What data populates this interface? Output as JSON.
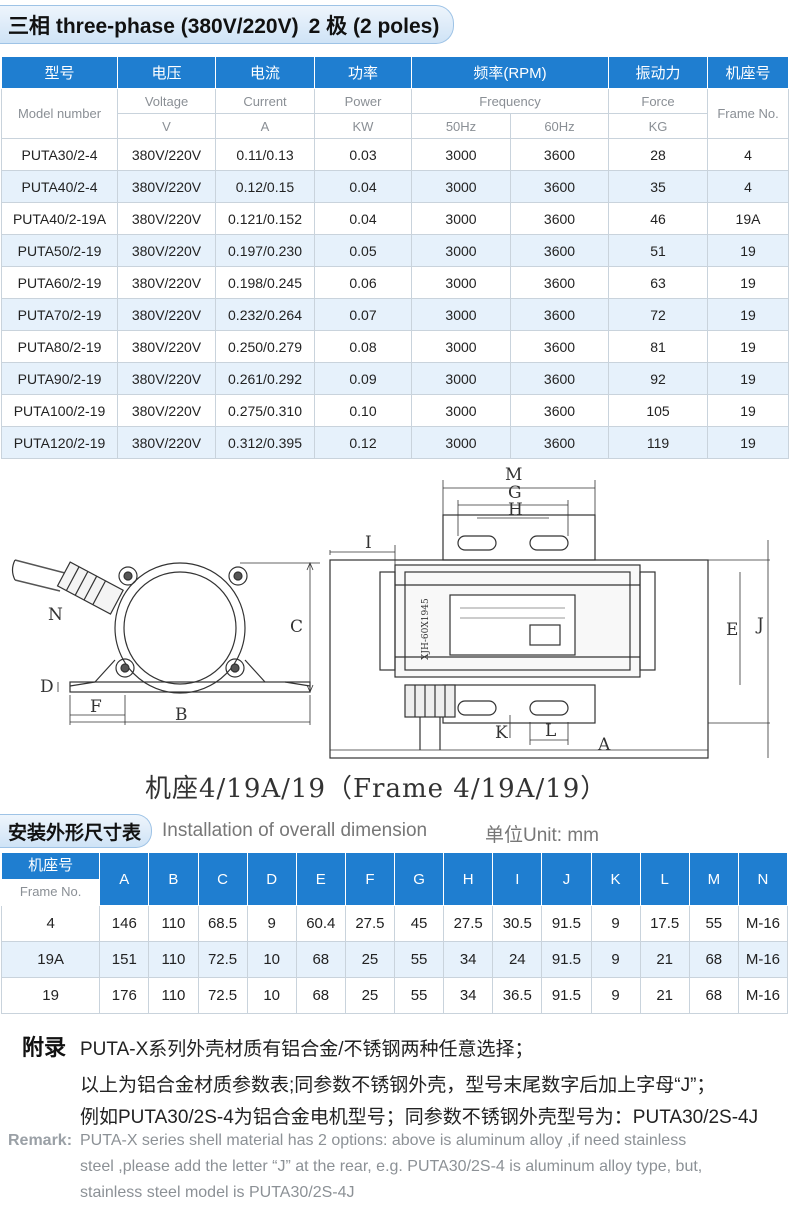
{
  "title": {
    "cn": "三相 three-phase (380V/220V)",
    "poles": "2 极 (2 poles)"
  },
  "spec_table": {
    "headers_cn": [
      "型号",
      "电压",
      "电流",
      "功率",
      "频率(RPM)",
      "振动力",
      "机座号"
    ],
    "headers_en": {
      "model": "Model number",
      "voltage": "Voltage",
      "current": "Current",
      "power": "Power",
      "frequency": "Frequency",
      "force": "Force",
      "frame": "Frame No."
    },
    "units": {
      "voltage": "V",
      "current": "A",
      "power": "KW",
      "f50": "50Hz",
      "f60": "60Hz",
      "force": "KG"
    },
    "rows": [
      [
        "PUTA30/2-4",
        "380V/220V",
        "0.11/0.13",
        "0.03",
        "3000",
        "3600",
        "28",
        "4"
      ],
      [
        "PUTA40/2-4",
        "380V/220V",
        "0.12/0.15",
        "0.04",
        "3000",
        "3600",
        "35",
        "4"
      ],
      [
        "PUTA40/2-19A",
        "380V/220V",
        "0.121/0.152",
        "0.04",
        "3000",
        "3600",
        "46",
        "19A"
      ],
      [
        "PUTA50/2-19",
        "380V/220V",
        "0.197/0.230",
        "0.05",
        "3000",
        "3600",
        "51",
        "19"
      ],
      [
        "PUTA60/2-19",
        "380V/220V",
        "0.198/0.245",
        "0.06",
        "3000",
        "3600",
        "63",
        "19"
      ],
      [
        "PUTA70/2-19",
        "380V/220V",
        "0.232/0.264",
        "0.07",
        "3000",
        "3600",
        "72",
        "19"
      ],
      [
        "PUTA80/2-19",
        "380V/220V",
        "0.250/0.279",
        "0.08",
        "3000",
        "3600",
        "81",
        "19"
      ],
      [
        "PUTA90/2-19",
        "380V/220V",
        "0.261/0.292",
        "0.09",
        "3000",
        "3600",
        "92",
        "19"
      ],
      [
        "PUTA100/2-19",
        "380V/220V",
        "0.275/0.310",
        "0.10",
        "3000",
        "3600",
        "105",
        "19"
      ],
      [
        "PUTA120/2-19",
        "380V/220V",
        "0.312/0.395",
        "0.12",
        "3000",
        "3600",
        "119",
        "19"
      ]
    ]
  },
  "drawing": {
    "labels": {
      "M": "M",
      "G": "G",
      "H": "H",
      "I": "I",
      "J": "J",
      "E": "E",
      "C": "C",
      "D": "D",
      "N": "N",
      "F": "F",
      "B": "B",
      "K": "K",
      "L": "L",
      "A": "A"
    },
    "nameplate_code": "XJH-60X1945",
    "caption": "机座4/19A/19（Frame 4/19A/19）"
  },
  "dimension_section": {
    "title": "安装外形尺寸表",
    "english": "Installation of overall dimension",
    "unit": "单位Unit: mm"
  },
  "dim_table": {
    "frame_cn": "机座号",
    "frame_en": "Frame No.",
    "columns": [
      "A",
      "B",
      "C",
      "D",
      "E",
      "F",
      "G",
      "H",
      "I",
      "J",
      "K",
      "L",
      "M",
      "N"
    ],
    "rows": [
      [
        "4",
        "146",
        "110",
        "68.5",
        "9",
        "60.4",
        "27.5",
        "45",
        "27.5",
        "30.5",
        "91.5",
        "9",
        "17.5",
        "55",
        "M-16"
      ],
      [
        "19A",
        "151",
        "110",
        "72.5",
        "10",
        "68",
        "25",
        "55",
        "34",
        "24",
        "91.5",
        "9",
        "21",
        "68",
        "M-16"
      ],
      [
        "19",
        "176",
        "110",
        "72.5",
        "10",
        "68",
        "25",
        "55",
        "34",
        "36.5",
        "91.5",
        "9",
        "21",
        "68",
        "M-16"
      ]
    ]
  },
  "appendix": {
    "label": "附录",
    "lines": [
      "PUTA-X系列外壳材质有铝合金/不锈钢两种任意选择；",
      "以上为铝合金材质参数表;同参数不锈钢外壳，型号末尾数字后加上字母“J”；",
      "例如PUTA30/2S-4为铝合金电机型号；同参数不锈钢外壳型号为：PUTA30/2S-4J"
    ],
    "remark_label": "Remark:",
    "remark_lines": [
      "PUTA-X series shell material has 2 options: above is aluminum alloy ,if need stainless",
      "steel ,please add the letter “J” at the rear, e.g. PUTA30/2S-4 is aluminum alloy type, but,",
      "stainless steel model is PUTA30/2S-4J"
    ]
  },
  "colors": {
    "header_blue": "#1f7ed0",
    "row_alt": "#e6f1fb",
    "tab_border": "#9ec3e6"
  }
}
